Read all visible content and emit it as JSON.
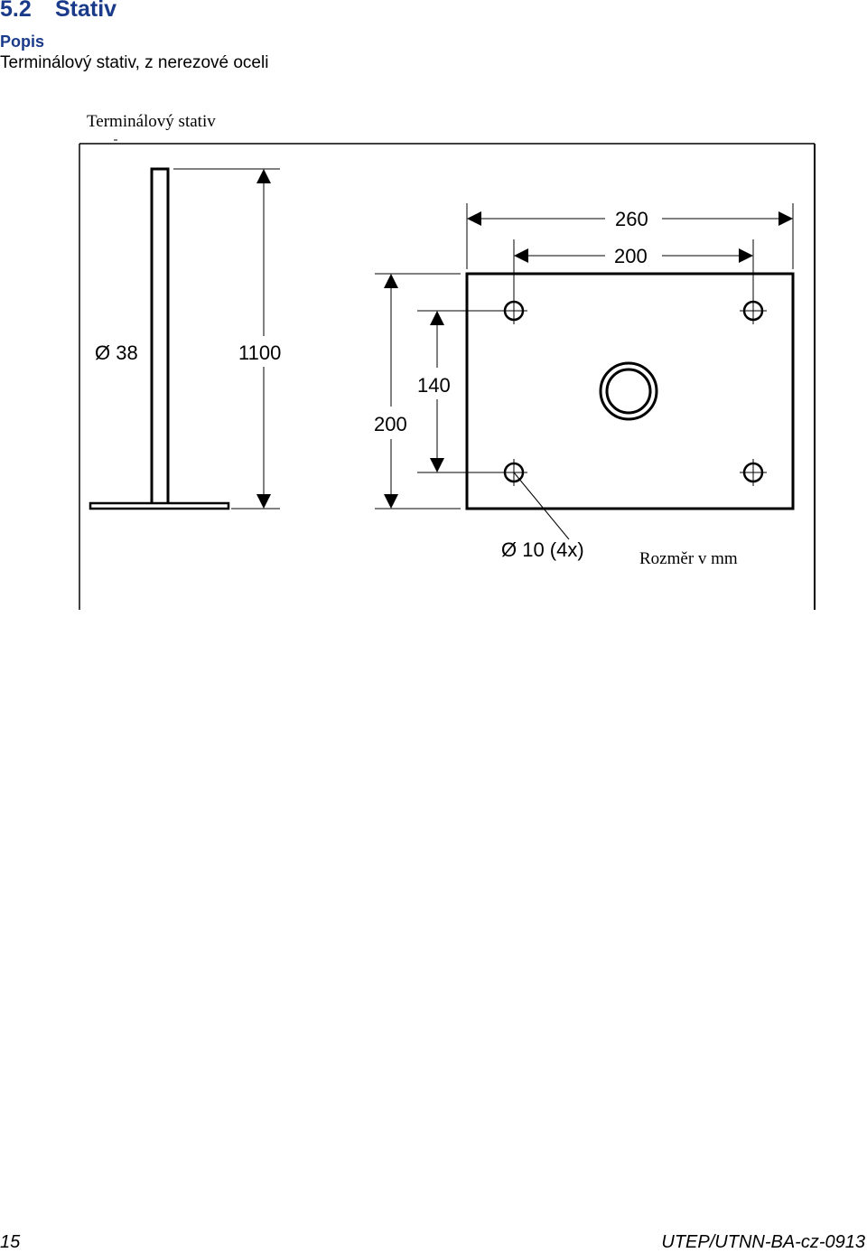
{
  "section": {
    "number": "5.2",
    "title": "Stativ"
  },
  "subheading": "Popis",
  "description": "Terminálový stativ, z nerezové oceli",
  "figure": {
    "caption": "Terminálový stativ",
    "dimensions": {
      "height": "1100",
      "tube_diameter": "Ø 38",
      "plate_width": "260",
      "hole_spacing_x": "200",
      "plate_height": "200",
      "hole_spacing_y": "140",
      "hole_diameter": "Ø 10 (4x)"
    },
    "unit_note": "Rozměr v mm"
  },
  "footer": {
    "page_number": "15",
    "doc_code": "UTEP/UTNN-BA-cz-0913"
  }
}
